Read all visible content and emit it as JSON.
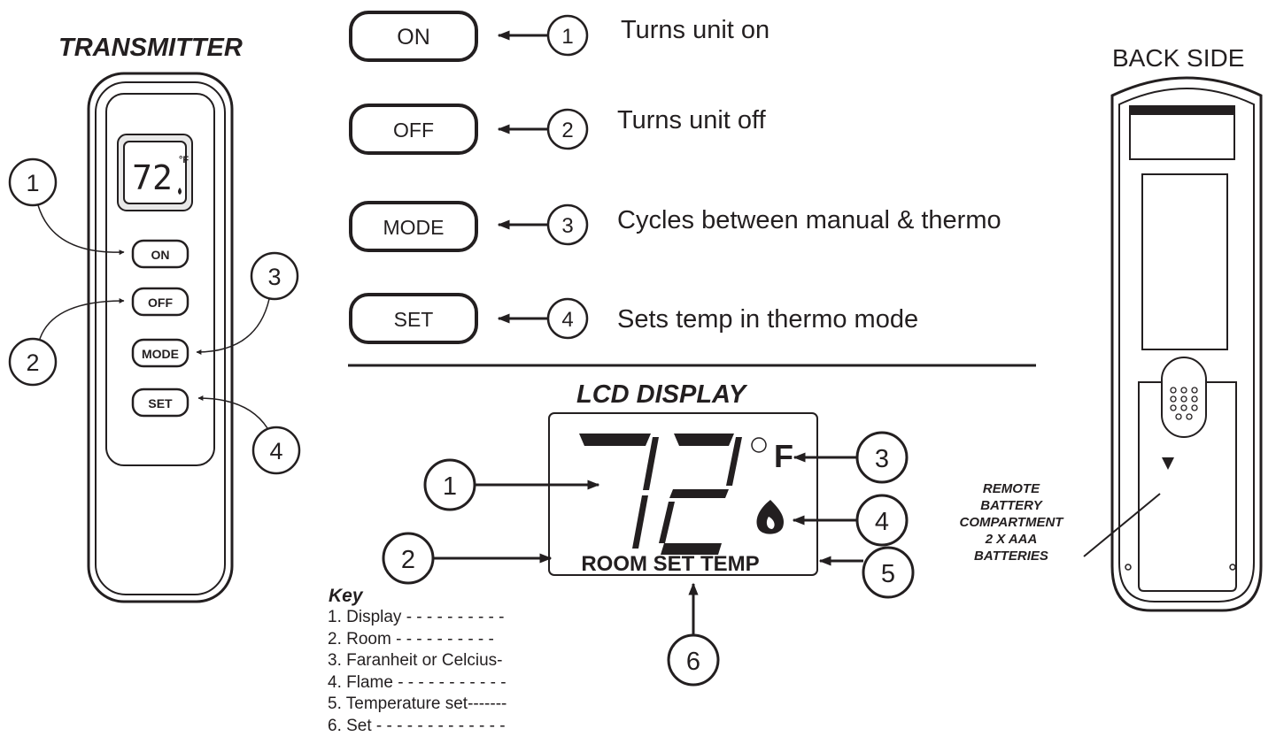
{
  "transmitter": {
    "title": "TRANSMITTER",
    "display_value": "72",
    "display_unit": "°F",
    "buttons": [
      "ON",
      "OFF",
      "MODE",
      "SET"
    ],
    "callouts": [
      "1",
      "2",
      "3",
      "4"
    ]
  },
  "buttons_legend": [
    {
      "label": "ON",
      "num": "1",
      "desc": "Turns unit on"
    },
    {
      "label": "OFF",
      "num": "2",
      "desc": "Turns unit off"
    },
    {
      "label": "MODE",
      "num": "3",
      "desc": "Cycles between manual & thermo"
    },
    {
      "label": "SET",
      "num": "4",
      "desc": "Sets temp in thermo mode"
    }
  ],
  "lcd": {
    "title": "LCD DISPLAY",
    "value": "72",
    "unit": "F",
    "status": "ROOM SET TEMP",
    "callouts": [
      "1",
      "2",
      "3",
      "4",
      "5",
      "6"
    ]
  },
  "key": {
    "title": "Key",
    "items": [
      "1. Display - - - - - - - - - -",
      "2. Room - - - - - - - - - -",
      "3.  Faranheit  or  Celcius-",
      "4. Flame - - - - - - - - - - -",
      "5.  Temperature set-------",
      "6. Set - - - - - - - - - - - - -"
    ]
  },
  "back": {
    "title": "BACK SIDE",
    "battery_note": [
      "REMOTE",
      "BATTERY",
      "COMPARTMENT",
      "2 X AAA",
      "BATTERIES"
    ]
  }
}
